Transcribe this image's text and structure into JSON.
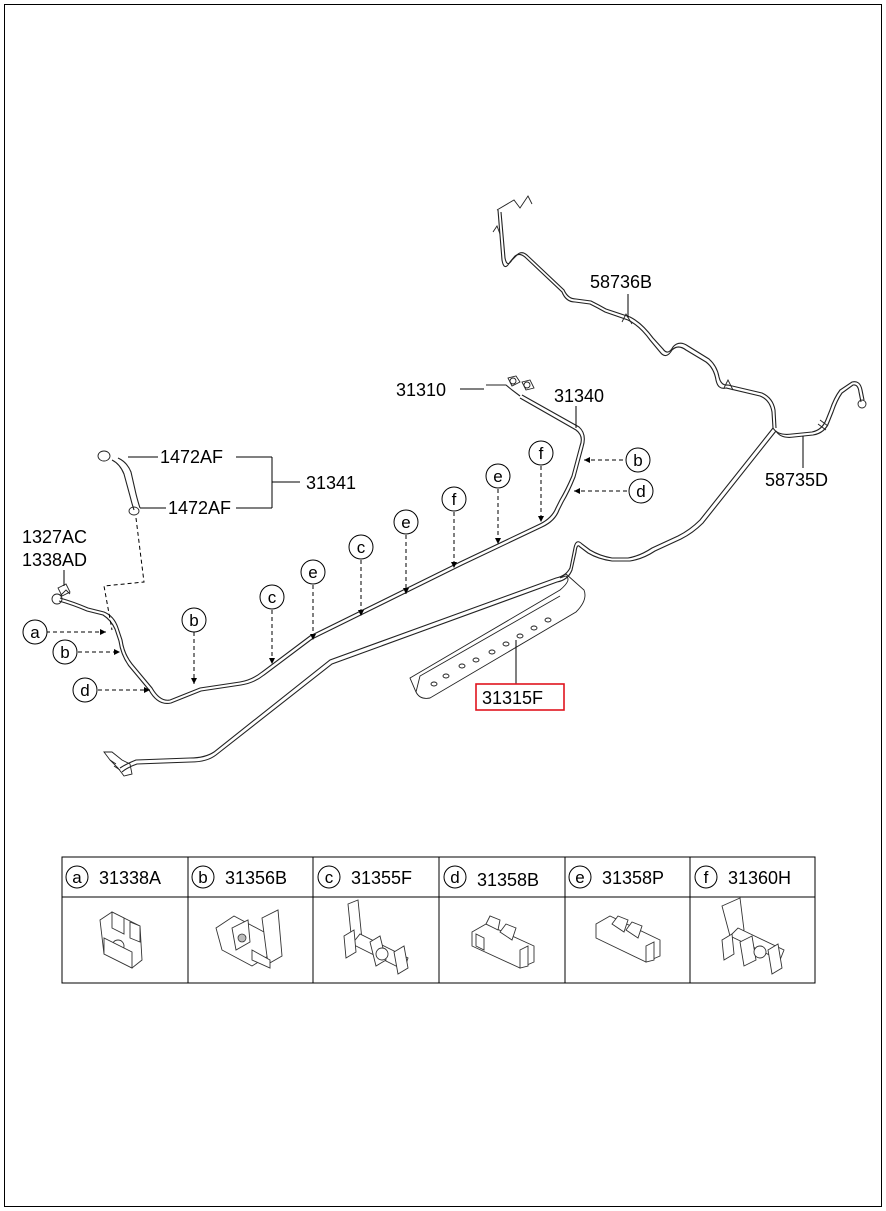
{
  "diagram": {
    "labels": {
      "p58736B": "58736B",
      "p58735D": "58735D",
      "p31310": "31310",
      "p31340": "31340",
      "p1472AF_top": "1472AF",
      "p1472AF_bottom": "1472AF",
      "p31341": "31341",
      "p1327AC": "1327AC",
      "p1338AD": "1338AD",
      "p31315F": "31315F"
    },
    "highlight_color": "#e0141e",
    "callouts": {
      "a_left": "a",
      "b_left": "b",
      "d_left": "d",
      "b_mid": "b",
      "c_1": "c",
      "e_1": "e",
      "c_2": "c",
      "e_2": "e",
      "f_1": "f",
      "e_3": "e",
      "f_2": "f",
      "b_right": "b",
      "d_right": "d"
    }
  },
  "legend_table": {
    "columns": [
      {
        "letter": "a",
        "part": "31338A",
        "icon": "clip-a-icon"
      },
      {
        "letter": "b",
        "part": "31356B",
        "icon": "clip-b-icon"
      },
      {
        "letter": "c",
        "part": "31355F",
        "icon": "clip-c-icon"
      },
      {
        "letter": "d",
        "part": "31358B",
        "icon": "clip-d-icon"
      },
      {
        "letter": "e",
        "part": "31358P",
        "icon": "clip-e-icon"
      },
      {
        "letter": "f",
        "part": "31360H",
        "icon": "clip-f-icon"
      }
    ]
  }
}
